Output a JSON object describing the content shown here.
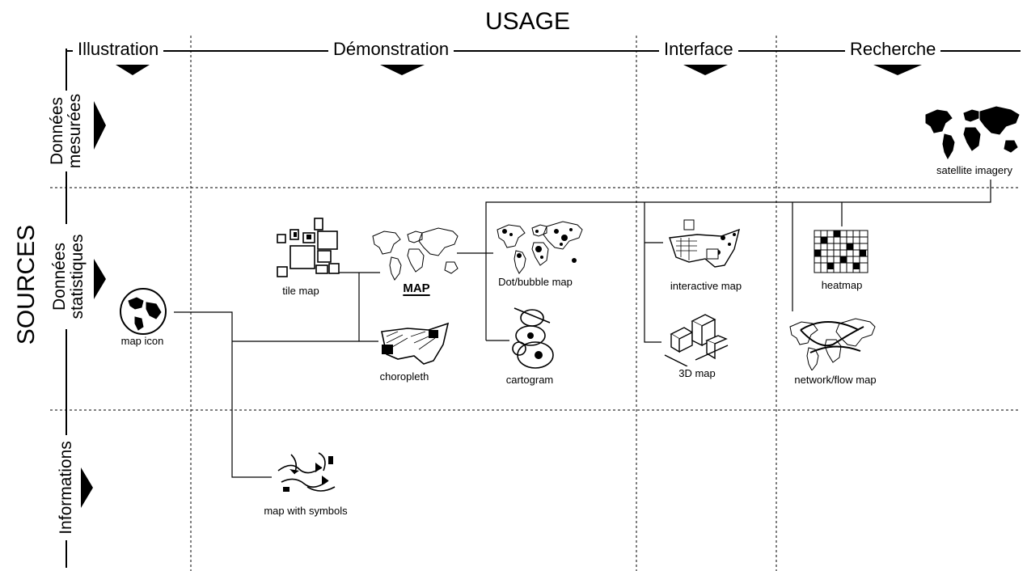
{
  "title_usage": "USAGE",
  "title_sources": "SOURCES",
  "columns": [
    {
      "label": "Illustration"
    },
    {
      "label": "Démonstration"
    },
    {
      "label": "Interface"
    },
    {
      "label": "Recherche"
    }
  ],
  "rows": [
    {
      "line1": "Données",
      "line2": "mesurées"
    },
    {
      "line1": "Données",
      "line2": "statistiques"
    },
    {
      "line1": "Informations",
      "line2": ""
    }
  ],
  "center": {
    "label": "MAP"
  },
  "items": {
    "satellite": {
      "label": "satellite imagery",
      "icon": "satellite-imagery-icon"
    },
    "tile_map": {
      "label": "tile map",
      "icon": "tile-map-icon"
    },
    "dot_bubble": {
      "label": "Dot/bubble map",
      "icon": "dot-bubble-map-icon"
    },
    "interactive": {
      "label": "interactive map",
      "icon": "interactive-map-icon"
    },
    "heatmap": {
      "label": "heatmap",
      "icon": "heatmap-icon"
    },
    "map_icon": {
      "label": "map icon",
      "icon": "globe-icon"
    },
    "choropleth": {
      "label": "choropleth",
      "icon": "choropleth-icon"
    },
    "cartogram": {
      "label": "cartogram",
      "icon": "cartogram-icon"
    },
    "map3d": {
      "label": "3D map",
      "icon": "3d-map-icon"
    },
    "network": {
      "label": "network/flow map",
      "icon": "network-flow-map-icon"
    },
    "symbols": {
      "label": "map with symbols",
      "icon": "map-with-symbols-icon"
    }
  },
  "colors": {
    "ink": "#000000",
    "background": "#ffffff"
  }
}
